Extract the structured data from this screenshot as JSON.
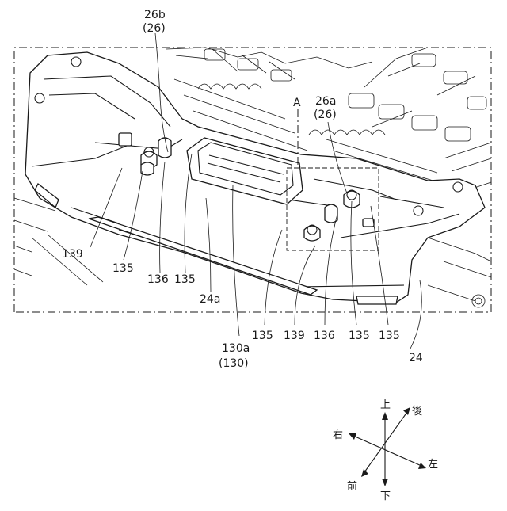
{
  "figure": {
    "labels": {
      "part_26b": "26b",
      "part_26b_paren": "(26)",
      "part_26a": "26a",
      "part_26a_paren": "(26)",
      "view_a": "A",
      "l139_left": "139",
      "l135_a": "135",
      "l136_left": "136",
      "l135_b": "135",
      "l24a": "24a",
      "l130a": "130a",
      "l130_paren": "(130)",
      "l135_c": "135",
      "l139_right": "139",
      "l136_right": "136",
      "l135_d": "135",
      "l135_e": "135",
      "l24": "24"
    },
    "directions": {
      "up": "上",
      "rear": "後",
      "right": "右",
      "left": "左",
      "front": "前",
      "down": "下"
    }
  }
}
